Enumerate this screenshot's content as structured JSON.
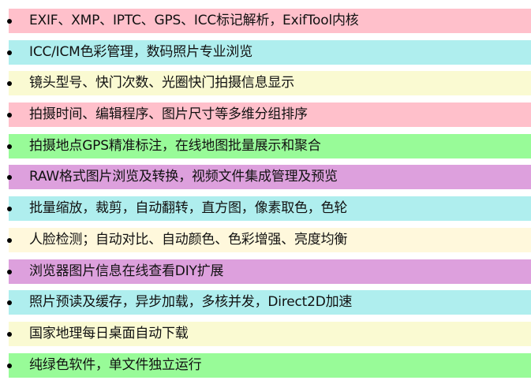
{
  "features": {
    "items": [
      {
        "label": "EXIF、XMP、IPTC、GPS、ICC标记解析，ExifTool内核",
        "color": "#FFC0CB"
      },
      {
        "label": "ICC/ICM色彩管理，数码照片专业浏览",
        "color": "#AFEEEE"
      },
      {
        "label": "镜头型号、快门次数、光圈快门拍摄信息显示",
        "color": "#FAFAD2"
      },
      {
        "label": "拍摄时间、编辑程序、图片尺寸等多维分组排序",
        "color": "#FFC0CB"
      },
      {
        "label": "拍摄地点GPS精准标注，在线地图批量展示和聚合",
        "color": "#98FB98"
      },
      {
        "label": "RAW格式图片浏览及转换，视频文件集成管理及预览",
        "color": "#DDA0DD"
      },
      {
        "label": "批量缩放，裁剪，自动翻转，直方图，像素取色，色轮",
        "color": "#AFEEEE"
      },
      {
        "label": "人脸检测；自动对比、自动颜色、色彩增强、亮度均衡",
        "color": "#FFF8DC"
      },
      {
        "label": "浏览器图片信息在线查看DIY扩展",
        "color": "#DDA0DD"
      },
      {
        "label": "照片预读及缓存，异步加载，多核并发，Direct2D加速",
        "color": "#AFEEEE"
      },
      {
        "label": "国家地理每日桌面自动下载",
        "color": "#FAFAD2"
      },
      {
        "label": "纯绿色软件，单文件独立运行",
        "color": "#98FB98"
      }
    ]
  }
}
